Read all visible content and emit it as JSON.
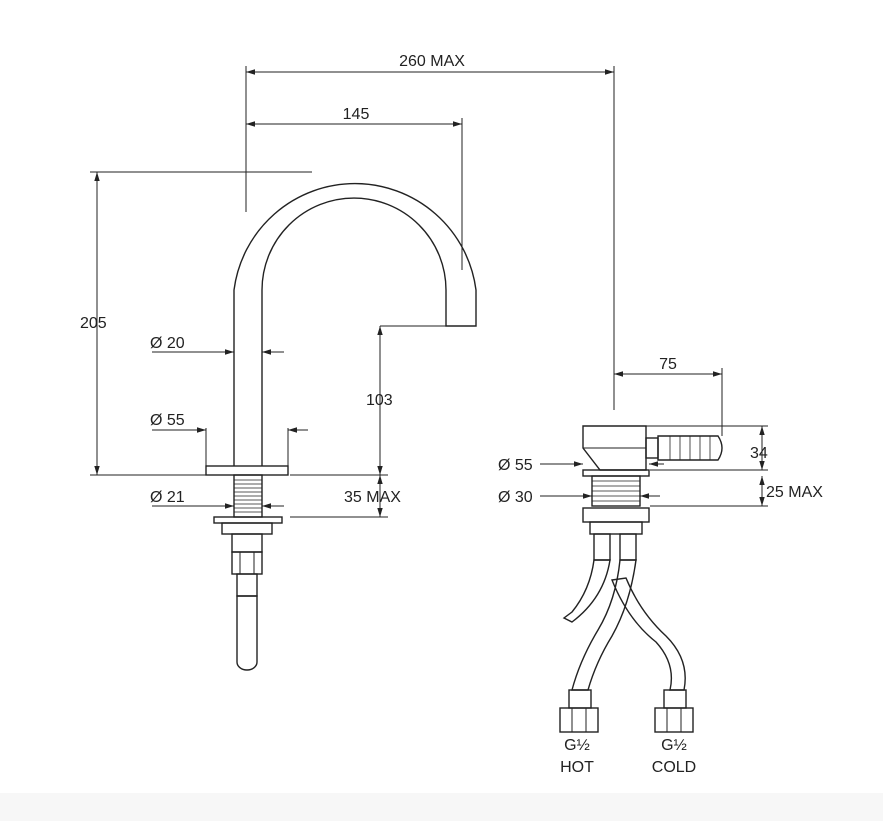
{
  "dimensions": {
    "overall_reach": "260 MAX",
    "spout_reach": "145",
    "spout_height": "205",
    "spout_diameter": "Ø 20",
    "spout_base_diameter": "Ø 55",
    "spout_outlet_height": "103",
    "spout_shank_diameter": "Ø 21",
    "spout_shank_length": "35 MAX",
    "mixer_handle_length": "75",
    "mixer_body_height": "34",
    "mixer_base_diameter": "Ø 55",
    "mixer_shank_diameter": "Ø 30",
    "mixer_shank_length": "25 MAX"
  },
  "connections": {
    "hot_thread": "G½",
    "hot_label": "HOT",
    "cold_thread": "G½",
    "cold_label": "COLD"
  }
}
